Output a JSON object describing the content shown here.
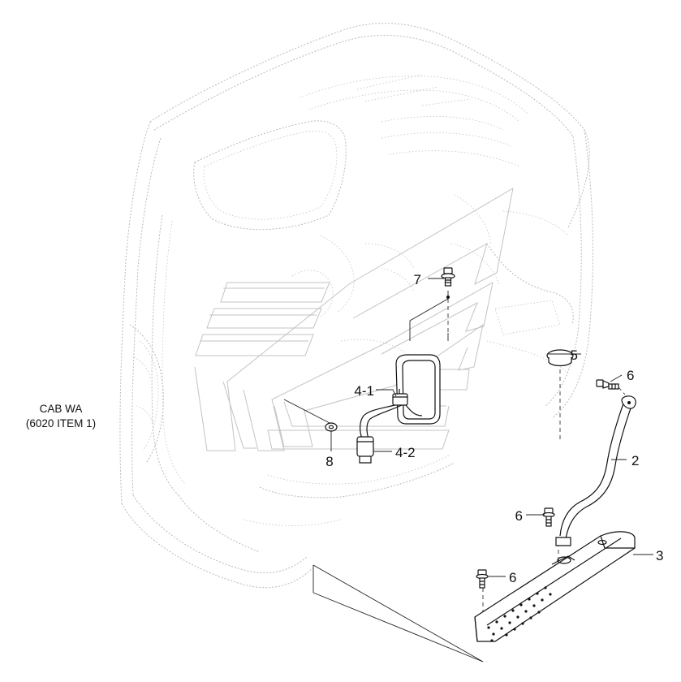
{
  "diagram": {
    "type": "exploded parts diagram",
    "reference_label": {
      "line1": "CAB WA",
      "line2": "(6020 ITEM 1)"
    },
    "callouts": [
      {
        "id": "c7",
        "text": "7"
      },
      {
        "id": "c5",
        "text": "5"
      },
      {
        "id": "c6a",
        "text": "6"
      },
      {
        "id": "c41",
        "text": "4-1"
      },
      {
        "id": "c8",
        "text": "8"
      },
      {
        "id": "c42",
        "text": "4-2"
      },
      {
        "id": "c2",
        "text": "2"
      },
      {
        "id": "c6b",
        "text": "6"
      },
      {
        "id": "c3",
        "text": "3"
      },
      {
        "id": "c6c",
        "text": "6"
      }
    ]
  }
}
